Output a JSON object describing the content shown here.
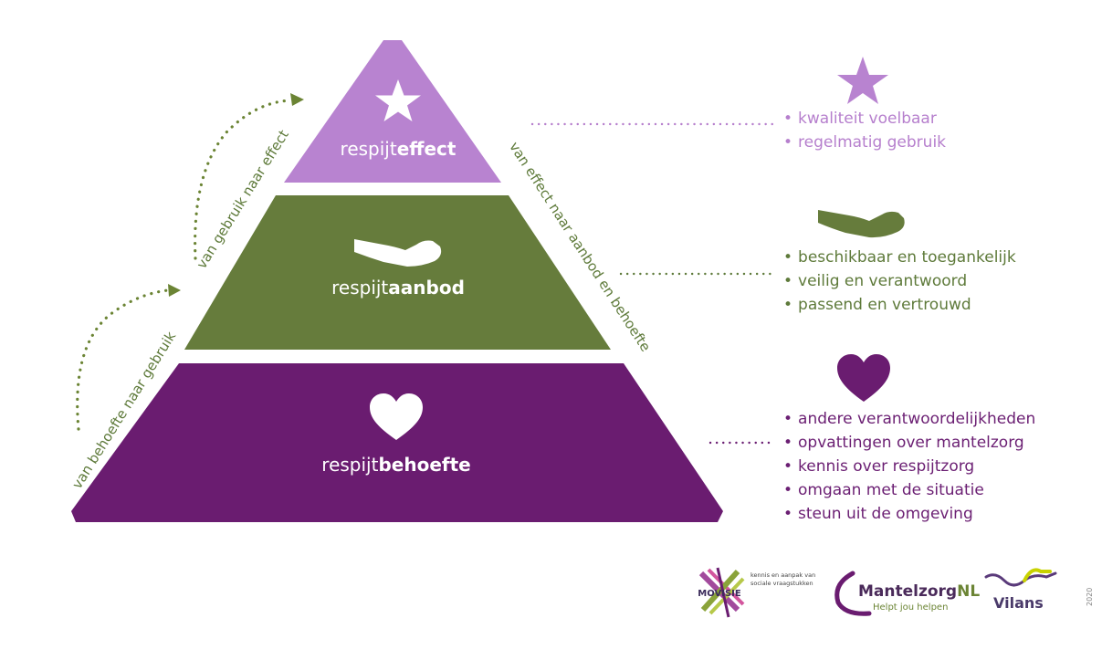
{
  "colors": {
    "effect": "#b883d0",
    "aanbod": "#667c3c",
    "behoefte": "#6a1c70",
    "effect_text": "#b67fcd",
    "aanbod_text": "#5e7a3a",
    "behoefte_text": "#6b1f73",
    "arrow": "#6b8434"
  },
  "pyramid": {
    "top": {
      "prefix": "respijt",
      "bold": "effect",
      "icon": "star-icon"
    },
    "middle": {
      "prefix": "respijt",
      "bold": "aanbod",
      "icon": "hand-icon"
    },
    "bottom": {
      "prefix": "respijt",
      "bold": "behoefte",
      "icon": "heart-icon"
    }
  },
  "side_labels": {
    "left_lower": "van behoefte naar gebruik",
    "left_upper": "van gebruik naar effect",
    "right": "van effect naar aanbod en behoefte"
  },
  "lists": {
    "effect": [
      "kwaliteit voelbaar",
      "regelmatig gebruik"
    ],
    "aanbod": [
      "beschikbaar en toegankelijk",
      "veilig en verantwoord",
      "passend en vertrouwd"
    ],
    "behoefte": [
      "andere verantwoordelijkheden",
      "opvattingen over mantelzorg",
      "kennis over respijtzorg",
      "omgaan met de situatie",
      "steun uit de omgeving"
    ]
  },
  "logos": {
    "movisie": {
      "name": "MOVISIE",
      "tagline_1": "kennis en aanpak van",
      "tagline_2": "sociale vraagstukken"
    },
    "mantelzorg": {
      "name_1": "Mantelzorg",
      "name_2": "NL",
      "tagline": "Helpt jou helpen"
    },
    "vilans": {
      "name": "Vilans"
    },
    "year": "2020"
  }
}
